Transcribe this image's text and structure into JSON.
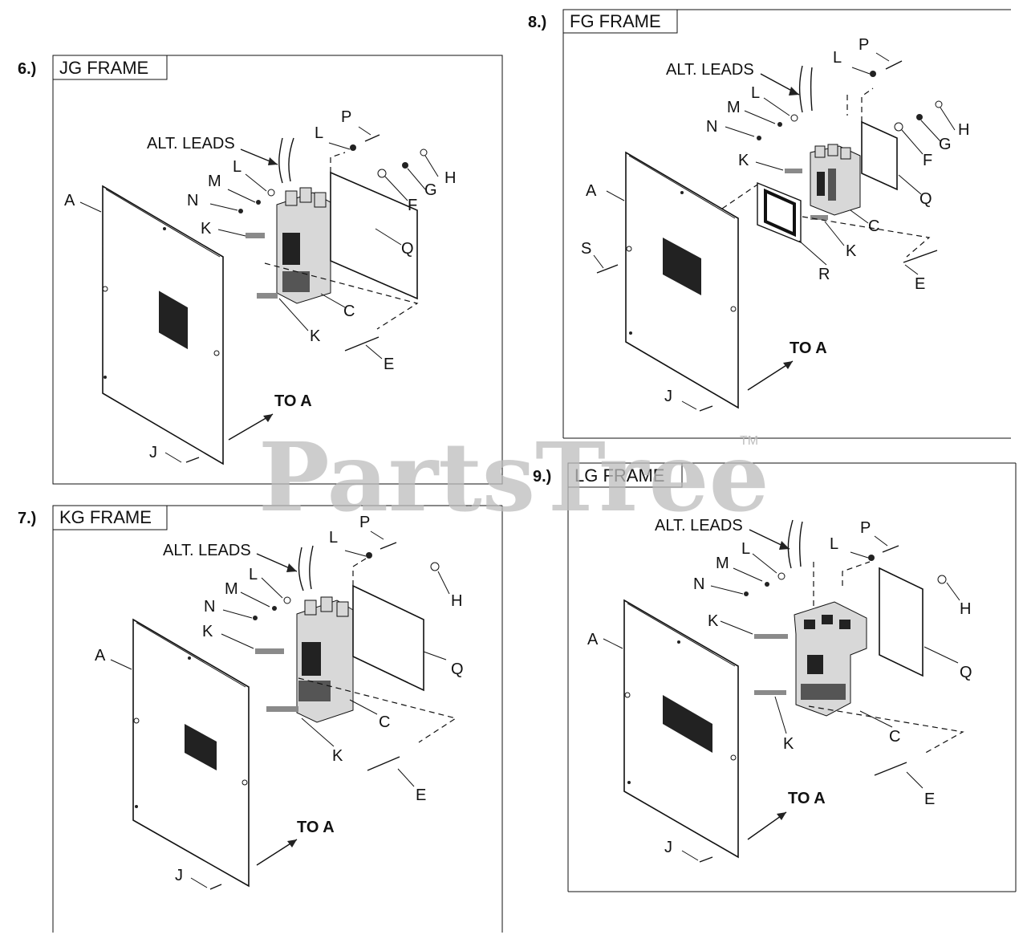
{
  "watermark": {
    "brand": "PartsTree",
    "tm": "TM"
  },
  "panels": [
    {
      "number": "6.)",
      "title": "JG FRAME",
      "callouts": {
        "alt_leads": "ALT. LEADS",
        "to_a": "TO A",
        "a": "A",
        "c": "C",
        "e": "E",
        "f": "F",
        "g": "G",
        "h": "H",
        "j": "J",
        "k1": "K",
        "k2": "K",
        "l1": "L",
        "l2": "L",
        "m": "M",
        "n": "N",
        "p": "P",
        "q": "Q"
      }
    },
    {
      "number": "7.)",
      "title": "KG FRAME",
      "callouts": {
        "alt_leads": "ALT. LEADS",
        "to_a": "TO A",
        "a": "A",
        "c": "C",
        "e": "E",
        "h": "H",
        "j": "J",
        "k1": "K",
        "k2": "K",
        "l1": "L",
        "l2": "L",
        "m": "M",
        "n": "N",
        "p": "P",
        "q": "Q"
      }
    },
    {
      "number": "8.)",
      "title": "FG FRAME",
      "callouts": {
        "alt_leads": "ALT. LEADS",
        "to_a": "TO A",
        "a": "A",
        "c": "C",
        "e": "E",
        "f": "F",
        "g": "G",
        "h": "H",
        "j": "J",
        "k1": "K",
        "k2": "K",
        "l1": "L",
        "l2": "L",
        "m": "M",
        "n": "N",
        "p": "P",
        "q": "Q",
        "r": "R",
        "s": "S"
      }
    },
    {
      "number": "9.)",
      "title": "LG FRAME",
      "callouts": {
        "alt_leads": "ALT. LEADS",
        "to_a": "TO A",
        "a": "A",
        "c": "C",
        "e": "E",
        "h": "H",
        "j": "J",
        "k1": "K",
        "k2": "K",
        "l1": "L",
        "l2": "L",
        "m": "M",
        "n": "N",
        "p": "P",
        "q": "Q"
      }
    }
  ]
}
